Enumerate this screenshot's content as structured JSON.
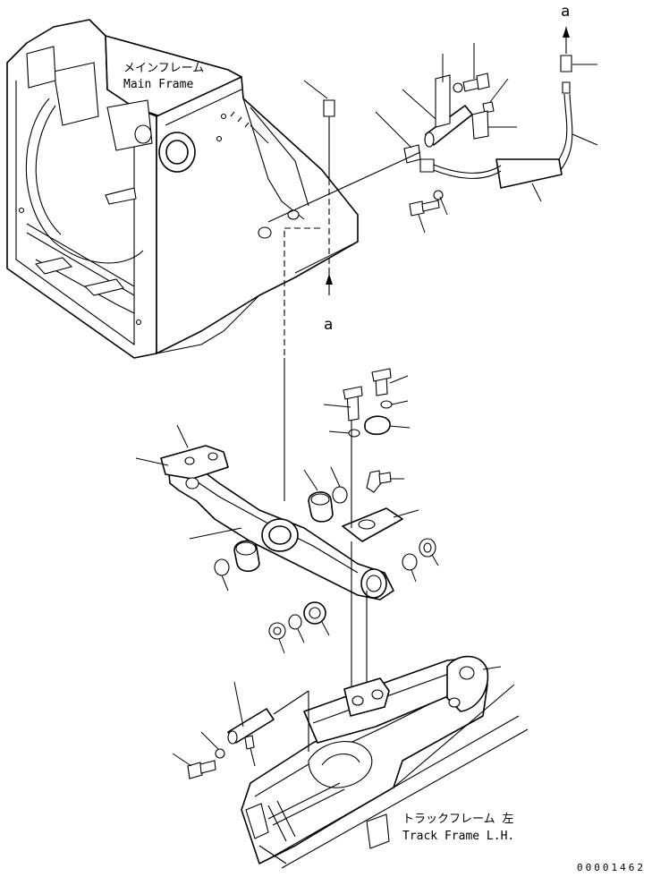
{
  "labels": {
    "main_frame_jp": "メインフレーム",
    "main_frame_en": "Main Frame",
    "track_frame_jp": "トラックフレーム 左",
    "track_frame_en": "Track Frame L.H.",
    "ref_a_top": "a",
    "ref_a_mid": "a",
    "drawing_number": "00001462"
  }
}
